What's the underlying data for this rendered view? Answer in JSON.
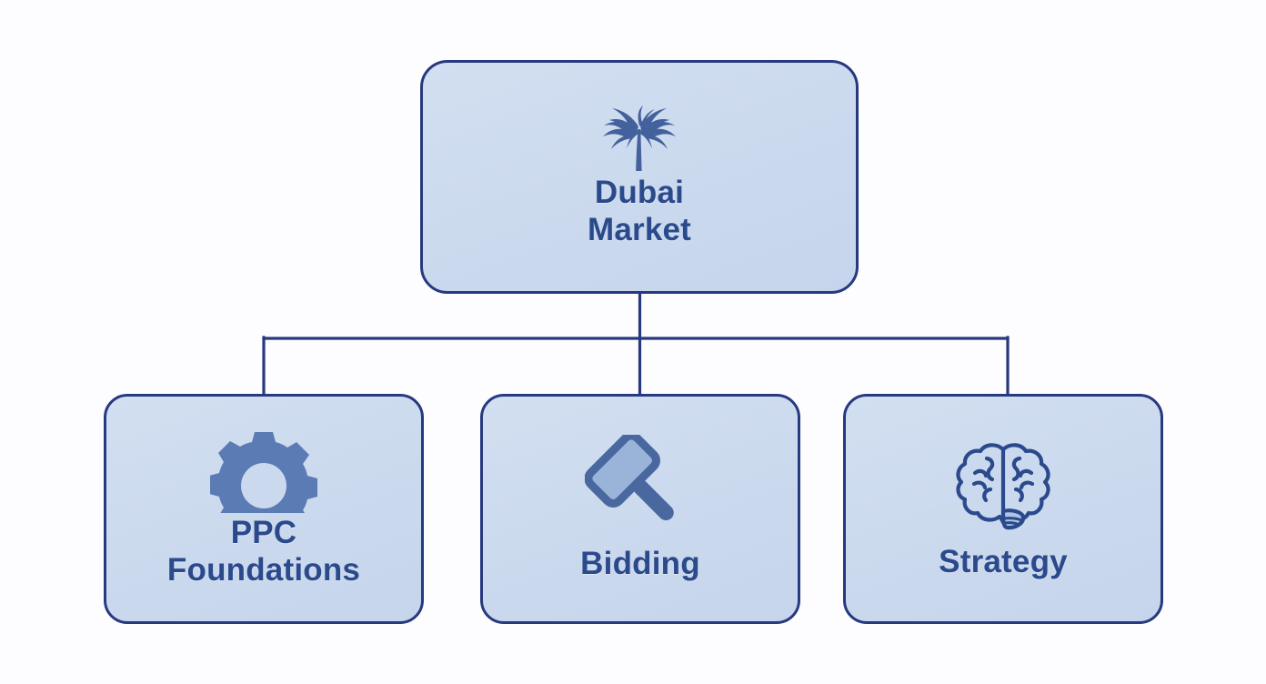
{
  "diagram": {
    "title": "Dubai Market PPC hierarchy",
    "type": "tree",
    "background_color": "#fdfdff",
    "node_fill_color": "#ccdaef",
    "node_border_color": "#27397f",
    "text_color": "#2b4a8c",
    "icon_color": "#5b7bb4",
    "connector_color": "#27397f"
  },
  "root": {
    "label": "Dubai\nMarket",
    "label_line1": "Dubai",
    "label_line2": "Market",
    "icon": "palm-tree-icon"
  },
  "children": [
    {
      "label": "PPC\nFoundations",
      "label_line1": "PPC",
      "label_line2": "Foundations",
      "icon": "gear-icon"
    },
    {
      "label": "Bidding",
      "label_line1": "Bidding",
      "label_line2": "",
      "icon": "gavel-icon"
    },
    {
      "label": "Strategy",
      "label_line1": "Strategy",
      "label_line2": "",
      "icon": "brain-icon"
    }
  ]
}
